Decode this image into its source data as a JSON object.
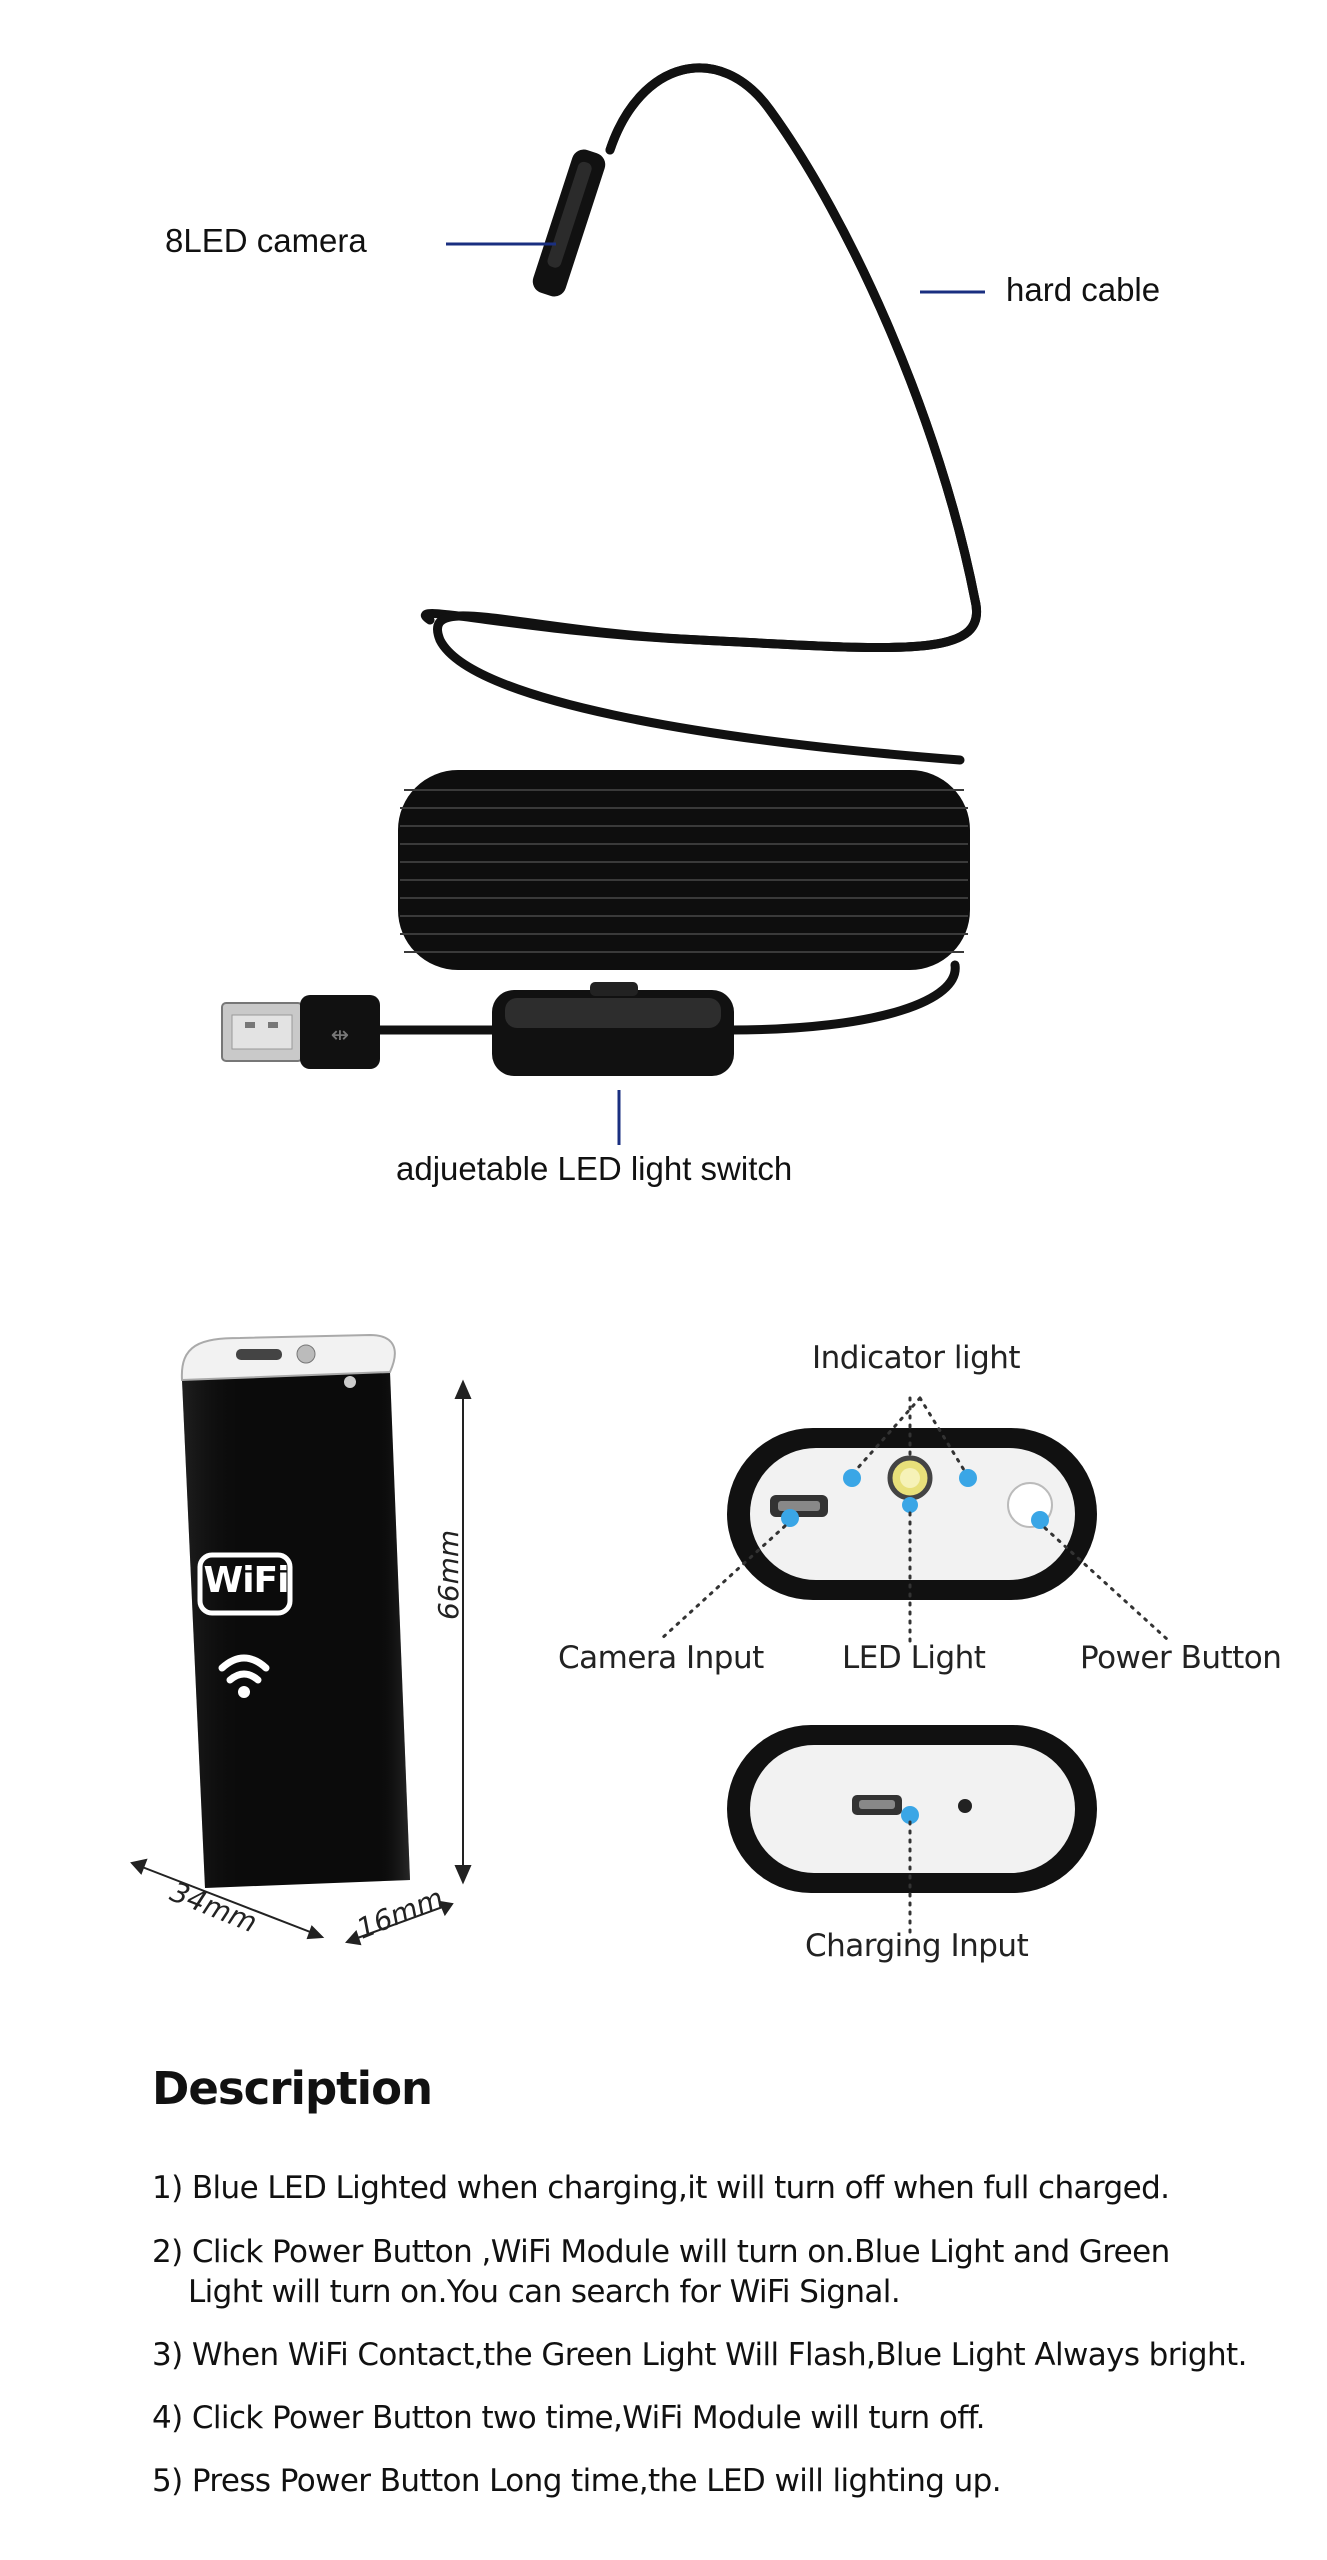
{
  "cable_diagram": {
    "camera_label": "8LED camera",
    "cable_label": "hard cable",
    "switch_label": "adjuetable LED light switch"
  },
  "wifi_box": {
    "logo_text": "WiFi",
    "dim_height": "66mm",
    "dim_width": "34mm",
    "dim_depth": "16mm"
  },
  "ports_diagram": {
    "indicator_label": "Indicator light",
    "camera_input_label": "Camera Input",
    "led_light_label": "LED Light",
    "power_button_label": "Power Button",
    "charging_input_label": "Charging Input"
  },
  "description": {
    "title": "Description",
    "items": [
      {
        "line1": "1) Blue LED Lighted when charging,it will turn off when full charged.",
        "line2": ""
      },
      {
        "line1": "2) Click Power Button ,WiFi Module will turn on.Blue Light and Green",
        "line2": "Light will turn on.You can search for WiFi Signal."
      },
      {
        "line1": "3) When WiFi Contact,the Green Light Will Flash,Blue Light Always bright.",
        "line2": ""
      },
      {
        "line1": "4) Click Power Button two time,WiFi Module will turn off.",
        "line2": ""
      },
      {
        "line1": "5) Press Power Button Long time,the LED will lighting up.",
        "line2": ""
      }
    ]
  },
  "colors": {
    "leader_line": "#1a2f80",
    "indicator_blue": "#3aa6e6",
    "led_yellow": "#e8e07a",
    "device_black": "#111111"
  }
}
